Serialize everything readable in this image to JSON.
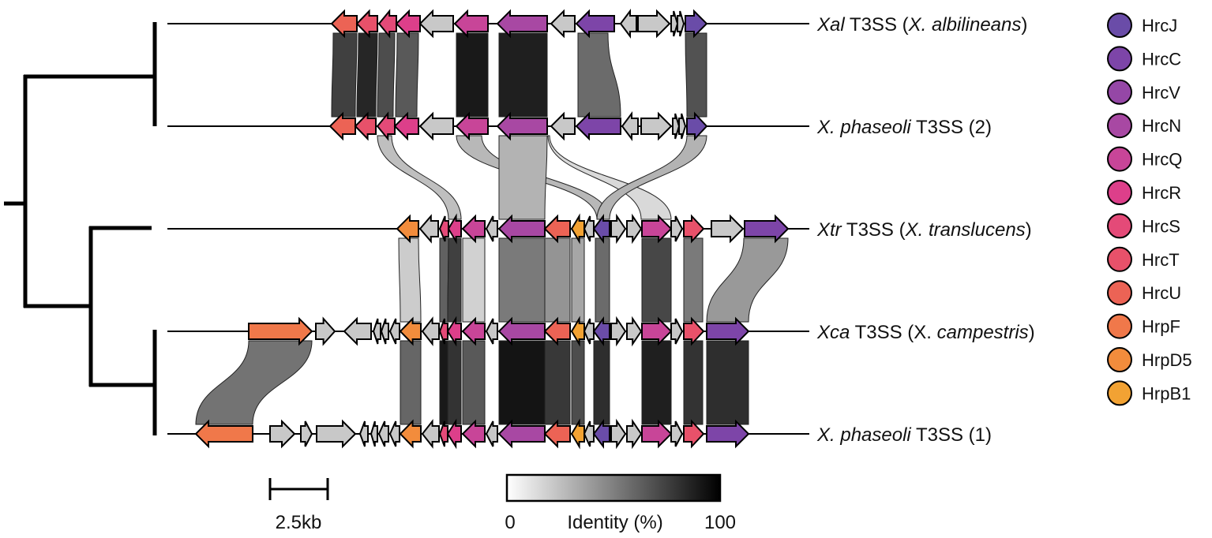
{
  "colors": {
    "HrcJ": "#6a4ca8",
    "HrcC": "#7d45a8",
    "HrcV": "#9547a6",
    "HrcN": "#a848a3",
    "HrcQ": "#c84598",
    "HrcR": "#dd3f8a",
    "HrcS": "#e44a78",
    "HrcT": "#e8516a",
    "HrcU": "#ec6355",
    "HrpF": "#f0784a",
    "HrpD5": "#f28c3c",
    "HrpB1": "#f2a233",
    "other": "#c8c8c8"
  },
  "legend": [
    "HrcJ",
    "HrcC",
    "HrcV",
    "HrcN",
    "HrcQ",
    "HrcR",
    "HrcS",
    "HrcT",
    "HrcU",
    "HrpF",
    "HrpD5",
    "HrpB1"
  ],
  "loci": [
    {
      "label_parts": [
        {
          "t": "Xal",
          "i": true
        },
        {
          "t": " T3SS (",
          "i": false
        },
        {
          "t": "X. albilineans",
          "i": true
        },
        {
          "t": ")",
          "i": false
        }
      ],
      "genes": [
        [
          "HrcU",
          420,
          452,
          -1
        ],
        [
          "HrcT",
          452,
          478,
          -1
        ],
        [
          "HrcS",
          480,
          502,
          -1
        ],
        [
          "HrcR",
          502,
          532,
          -1
        ],
        [
          "other",
          532,
          574,
          -1
        ],
        [
          "HrcQ",
          576,
          618,
          -1
        ],
        [
          "HrcN",
          630,
          693,
          -1
        ],
        [
          "other",
          698,
          728,
          -1
        ],
        [
          "HrcC",
          730,
          778,
          -1
        ],
        [
          "other",
          786,
          806,
          -1
        ],
        [
          "other",
          808,
          848,
          1
        ],
        [
          "other",
          850,
          858,
          1
        ],
        [
          "other",
          858,
          866,
          1
        ],
        [
          "HrcJ",
          868,
          895,
          1
        ]
      ]
    },
    {
      "label_parts": [
        {
          "t": "X. phaseoli",
          "i": true
        },
        {
          "t": " T3SS (2)",
          "i": false
        }
      ],
      "genes": [
        [
          "HrcU",
          418,
          450,
          -1
        ],
        [
          "HrcT",
          450,
          476,
          -1
        ],
        [
          "HrcS",
          478,
          500,
          -1
        ],
        [
          "HrcR",
          500,
          530,
          -1
        ],
        [
          "other",
          532,
          574,
          -1
        ],
        [
          "HrcQ",
          578,
          618,
          -1
        ],
        [
          "HrcN",
          630,
          693,
          -1
        ],
        [
          "other",
          698,
          728,
          -1
        ],
        [
          "HrcC",
          730,
          786,
          -1
        ],
        [
          "other",
          788,
          808,
          -1
        ],
        [
          "other",
          812,
          850,
          1
        ],
        [
          "other",
          852,
          860,
          1
        ],
        [
          "other",
          860,
          868,
          1
        ],
        [
          "HrcJ",
          870,
          895,
          1
        ]
      ]
    },
    {
      "label_parts": [
        {
          "t": "Xtr",
          "i": true
        },
        {
          "t": " T3SS (",
          "i": false
        },
        {
          "t": "X. translucens",
          "i": true
        },
        {
          "t": ")",
          "i": false
        }
      ],
      "genes": [
        [
          "HrpD5",
          503,
          530,
          -1
        ],
        [
          "other",
          532,
          555,
          -1
        ],
        [
          "HrcS",
          557,
          568,
          -1
        ],
        [
          "HrcR",
          568,
          584,
          -1
        ],
        [
          "HrcQ",
          586,
          614,
          -1
        ],
        [
          "other",
          616,
          630,
          -1
        ],
        [
          "HrcN",
          632,
          690,
          -1
        ],
        [
          "HrcU",
          690,
          722,
          -1
        ],
        [
          "HrpB1",
          724,
          740,
          -1
        ],
        [
          "other",
          740,
          752,
          -1
        ],
        [
          "HrcJ",
          752,
          772,
          -1
        ],
        [
          "other",
          774,
          792,
          1
        ],
        [
          "other",
          794,
          812,
          1
        ],
        [
          "HrcQ",
          813,
          850,
          1
        ],
        [
          "other",
          850,
          864,
          1
        ],
        [
          "HrcT",
          866,
          891,
          1
        ],
        [
          "other",
          901,
          941,
          1
        ],
        [
          "HrcC",
          943,
          998,
          1
        ]
      ]
    },
    {
      "label_parts": [
        {
          "t": "Xca",
          "i": true
        },
        {
          "t": " T3SS (X. ",
          "i": false
        },
        {
          "t": "campestris",
          "i": true
        },
        {
          "t": ")",
          "i": false
        }
      ],
      "genes": [
        [
          "HrpF",
          315,
          395,
          1
        ],
        [
          "other",
          400,
          424,
          1
        ],
        [
          "other",
          436,
          470,
          -1
        ],
        [
          "other",
          473,
          482,
          -1
        ],
        [
          "other",
          483,
          492,
          -1
        ],
        [
          "other",
          494,
          506,
          -1
        ],
        [
          "HrpD5",
          507,
          533,
          -1
        ],
        [
          "other",
          535,
          556,
          -1
        ],
        [
          "HrcS",
          557,
          567,
          -1
        ],
        [
          "HrcR",
          567,
          584,
          -1
        ],
        [
          "HrcQ",
          586,
          614,
          -1
        ],
        [
          "other",
          616,
          630,
          -1
        ],
        [
          "HrcN",
          632,
          690,
          -1
        ],
        [
          "HrcU",
          690,
          722,
          -1
        ],
        [
          "HrpB1",
          724,
          740,
          -1
        ],
        [
          "other",
          740,
          752,
          -1
        ],
        [
          "HrcJ",
          752,
          772,
          -1
        ],
        [
          "other",
          774,
          792,
          1
        ],
        [
          "other",
          794,
          812,
          1
        ],
        [
          "HrcQ",
          813,
          850,
          1
        ],
        [
          "other",
          850,
          864,
          1
        ],
        [
          "HrcT",
          866,
          891,
          1
        ],
        [
          "HrcC",
          895,
          948,
          1
        ]
      ]
    },
    {
      "label_parts": [
        {
          "t": "X. phaseoli",
          "i": true
        },
        {
          "t": " T3SS (1)",
          "i": false
        }
      ],
      "genes": [
        [
          "HrpF",
          248,
          320,
          -1
        ],
        [
          "other",
          342,
          373,
          1
        ],
        [
          "other",
          381,
          395,
          1
        ],
        [
          "other",
          401,
          450,
          1
        ],
        [
          "other",
          456,
          466,
          -1
        ],
        [
          "other",
          470,
          478,
          -1
        ],
        [
          "other",
          480,
          492,
          -1
        ],
        [
          "other",
          494,
          506,
          -1
        ],
        [
          "HrpD5",
          507,
          533,
          -1
        ],
        [
          "other",
          535,
          556,
          -1
        ],
        [
          "HrcS",
          557,
          567,
          -1
        ],
        [
          "HrcR",
          567,
          584,
          -1
        ],
        [
          "HrcQ",
          586,
          614,
          -1
        ],
        [
          "other",
          616,
          630,
          -1
        ],
        [
          "HrcN",
          632,
          690,
          -1
        ],
        [
          "HrcU",
          690,
          722,
          -1
        ],
        [
          "HrpB1",
          724,
          740,
          -1
        ],
        [
          "other",
          740,
          752,
          -1
        ],
        [
          "HrcJ",
          752,
          772,
          -1
        ],
        [
          "other",
          774,
          792,
          1
        ],
        [
          "other",
          794,
          812,
          1
        ],
        [
          "HrcQ",
          813,
          850,
          1
        ],
        [
          "other",
          850,
          864,
          1
        ],
        [
          "HrcT",
          866,
          891,
          1
        ],
        [
          "HrcC",
          895,
          948,
          1
        ]
      ]
    }
  ],
  "links": [
    [
      0,
      1,
      422,
      452,
      420,
      450,
      75
    ],
    [
      0,
      1,
      454,
      478,
      452,
      476,
      85
    ],
    [
      0,
      1,
      480,
      500,
      478,
      498,
      70
    ],
    [
      0,
      1,
      503,
      530,
      501,
      528,
      65
    ],
    [
      0,
      1,
      578,
      618,
      578,
      618,
      90
    ],
    [
      0,
      1,
      632,
      693,
      632,
      693,
      88
    ],
    [
      0,
      1,
      732,
      770,
      732,
      786,
      58
    ],
    [
      0,
      1,
      868,
      895,
      870,
      895,
      68
    ],
    [
      1,
      2,
      478,
      496,
      568,
      584,
      25
    ],
    [
      1,
      2,
      578,
      610,
      756,
      772,
      28
    ],
    [
      1,
      2,
      632,
      693,
      632,
      690,
      30
    ],
    [
      1,
      2,
      694,
      696,
      812,
      850,
      15
    ],
    [
      1,
      2,
      870,
      895,
      756,
      772,
      30
    ],
    [
      2,
      3,
      505,
      530,
      507,
      533,
      20
    ],
    [
      2,
      3,
      557,
      568,
      557,
      567,
      62
    ],
    [
      2,
      3,
      568,
      584,
      567,
      584,
      75
    ],
    [
      2,
      3,
      586,
      614,
      586,
      614,
      18
    ],
    [
      2,
      3,
      632,
      690,
      632,
      690,
      52
    ],
    [
      2,
      3,
      690,
      722,
      690,
      722,
      42
    ],
    [
      2,
      3,
      724,
      740,
      724,
      740,
      35
    ],
    [
      2,
      3,
      754,
      772,
      754,
      772,
      58
    ],
    [
      2,
      3,
      813,
      850,
      813,
      850,
      72
    ],
    [
      2,
      3,
      866,
      890,
      866,
      890,
      52
    ],
    [
      2,
      3,
      942,
      998,
      895,
      948,
      40
    ],
    [
      3,
      4,
      315,
      395,
      248,
      320,
      55
    ],
    [
      3,
      4,
      507,
      533,
      507,
      533,
      60
    ],
    [
      3,
      4,
      557,
      567,
      557,
      567,
      90
    ],
    [
      3,
      4,
      567,
      584,
      567,
      584,
      80
    ],
    [
      3,
      4,
      586,
      614,
      586,
      614,
      65
    ],
    [
      3,
      4,
      632,
      690,
      632,
      690,
      92
    ],
    [
      3,
      4,
      690,
      722,
      690,
      722,
      78
    ],
    [
      3,
      4,
      724,
      740,
      724,
      740,
      70
    ],
    [
      3,
      4,
      752,
      772,
      752,
      772,
      82
    ],
    [
      3,
      4,
      813,
      850,
      813,
      850,
      88
    ],
    [
      3,
      4,
      866,
      890,
      866,
      890,
      80
    ],
    [
      3,
      4,
      895,
      948,
      895,
      948,
      82
    ]
  ],
  "scale_label": "2.5kb",
  "identity_colorbar": {
    "min_label": "0",
    "max_label": "100",
    "title": "Identity (%)"
  }
}
